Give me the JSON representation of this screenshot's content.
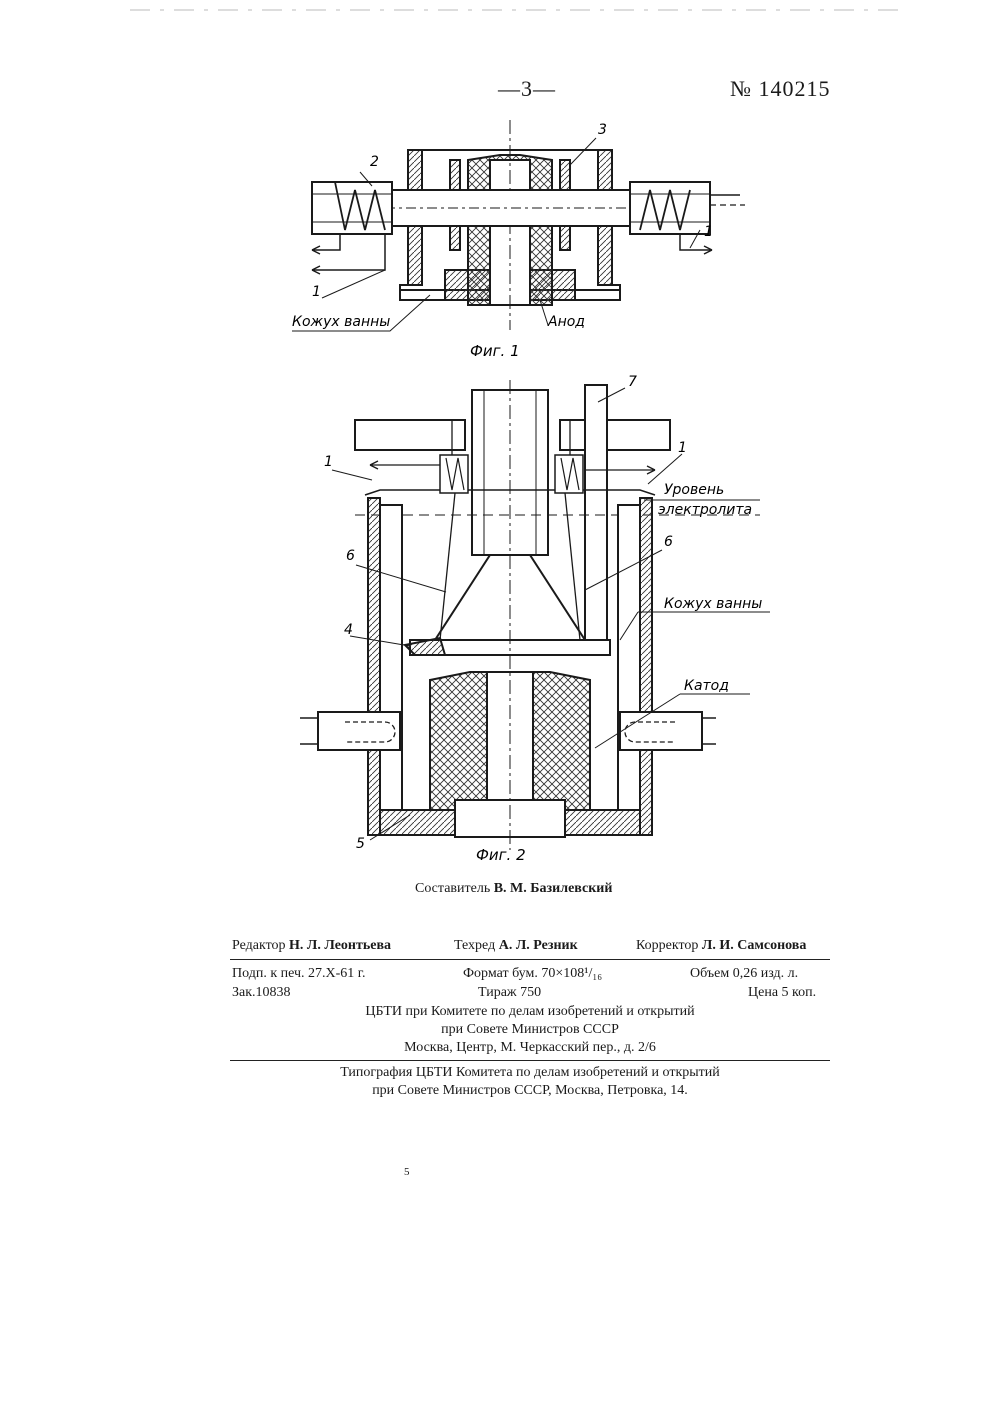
{
  "header": {
    "page_number": "—3—",
    "patent_number": "№ 140215"
  },
  "figure1": {
    "caption": "Фиг. 1",
    "labels": {
      "label_1_left": "1",
      "label_1_right": "1",
      "label_2": "2",
      "label_3": "3",
      "casing": "Кожух ванны",
      "anode": "Анод"
    }
  },
  "figure2": {
    "caption": "Фиг. 2",
    "labels": {
      "label_7": "7",
      "label_1_left": "1",
      "label_1_right": "1",
      "level_line1": "Уровень",
      "level_line2": "электролита",
      "label_6_left": "6",
      "label_6_right": "6",
      "label_4": "4",
      "casing": "Кожух ванны",
      "cathode": "Катод",
      "label_5": "5"
    }
  },
  "compiler": {
    "prefix": "Составитель",
    "name": "В. М. Базилевский"
  },
  "staff": {
    "editor_prefix": "Редактор",
    "editor_name": "Н. Л. Леонтьева",
    "techred_prefix": "Техред",
    "techred_name": "А. Л. Резник",
    "proof_prefix": "Корректор",
    "proof_name": "Л. И. Самсонова"
  },
  "imprint": {
    "signed": "Подп. к печ. 27.X-61 г.",
    "format": "Формат бум. 70×108¹/₁₆",
    "volume": "Объем 0,26 изд. л.",
    "order": "Зак.10838",
    "run": "Тираж 750",
    "price": "Цена 5 коп.",
    "org_line1": "ЦБТИ при Комитете по делам изобретений и открытий",
    "org_line2": "при Совете Министров СССР",
    "org_line3": "Москва, Центр, М. Черкасский пер., д. 2/6"
  },
  "printer": {
    "line1": "Типография ЦБТИ Комитета по делам изобретений и открытий",
    "line2": "при Совете Министров СССР, Москва, Петровка, 14."
  },
  "footer": {
    "mark": "5"
  }
}
